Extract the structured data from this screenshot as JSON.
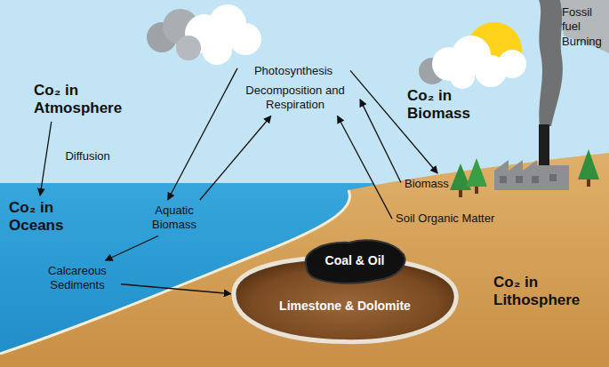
{
  "diagram": {
    "nodes": [
      {
        "text": [
          "Co₂ in Atmosphere"
        ]
      },
      {
        "text": [
          "Photosynthesis"
        ]
      },
      {
        "text": [
          "Decomposition and Respiration"
        ]
      },
      {
        "text": [
          "Biomass"
        ]
      },
      {
        "text": [
          "Co₂ in Oceans"
        ]
      },
      {
        "text": [
          "Aquatic Biomass"
        ]
      },
      {
        "text": [
          "Soil Organic Matter"
        ]
      },
      {
        "text": [
          "Calcareous Sediments"
        ]
      },
      {
        "text": [
          "Coal & Oil"
        ]
      },
      {
        "text": [
          "Limestone & Dolomite"
        ]
      }
    ],
    "edges": [
      {
        "from": 0,
        "to": 4,
        "arrow": "to",
        "label": "Diffusion"
      },
      {
        "from": 1,
        "to": 5,
        "arrow": "to"
      },
      {
        "from": 5,
        "to": 2,
        "arrow": "to"
      },
      {
        "from": 1,
        "to": 3,
        "arrow": "to"
      },
      {
        "from": 3,
        "to": 2,
        "arrow": "to"
      },
      {
        "from": 6,
        "to": 2,
        "arrow": "to"
      },
      {
        "from": 5,
        "to": 7,
        "arrow": "to"
      },
      {
        "from": 7,
        "to": 9,
        "arrow": "to"
      }
    ],
    "labels": [
      "Co₂ in Biomass",
      "Fossil fuel Burning",
      "Co₂ in Lithosphere"
    ]
  }
}
